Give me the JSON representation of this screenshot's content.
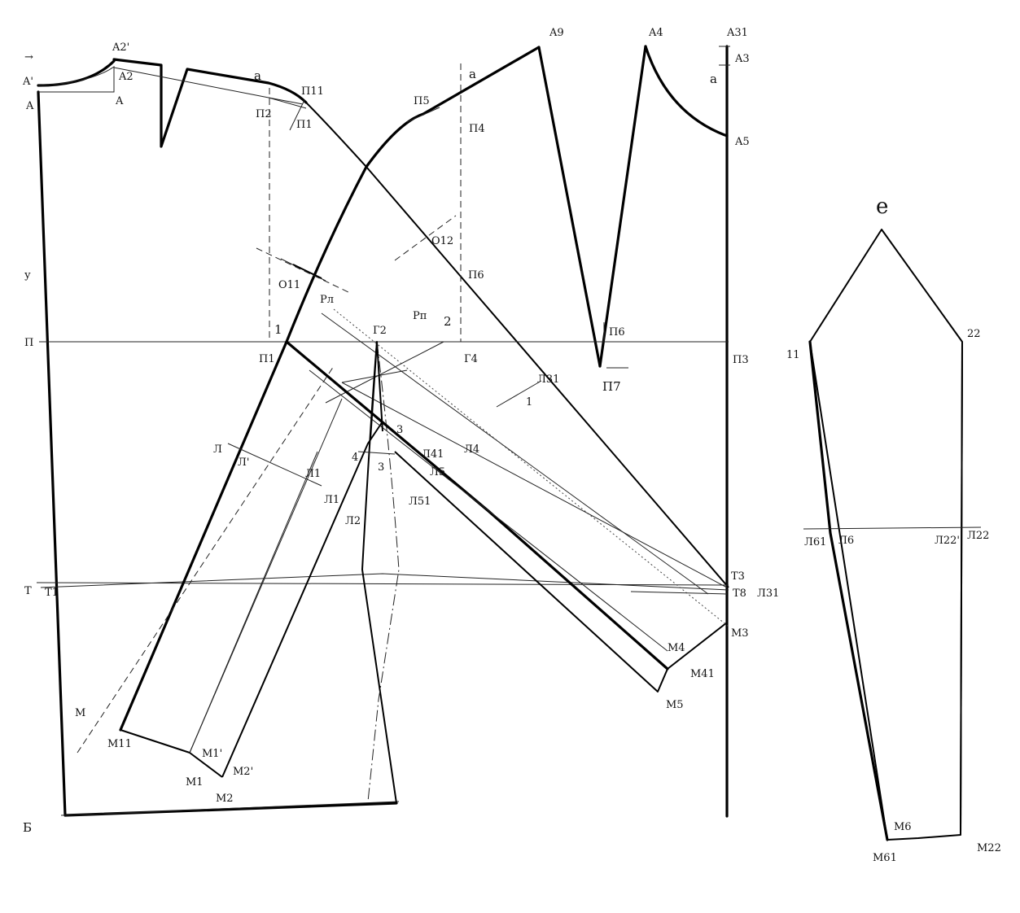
{
  "labels": {
    "A_left": "A'",
    "A": "A",
    "A2p": "A2'",
    "A2": "A2",
    "A_small": "A",
    "arrow_mark": "→",
    "a_top": "a",
    "P11": "П11",
    "P2": "П2",
    "P1": "П1",
    "P5": "П5",
    "a_mid": "a",
    "A9": "A9",
    "A4": "A4",
    "A31": "A31",
    "A3": "A3",
    "a_right": "a",
    "A5": "A5",
    "P4_top": "П4",
    "O12": "O12",
    "P6_top": "П6",
    "y": "у",
    "O11": "O11",
    "Pl": "Pл",
    "P_left": "П",
    "one": "1",
    "P1_mid": "П1",
    "G2": "Г2",
    "Rp": "Рп",
    "two": "2",
    "G4": "Г4",
    "P6": "П6",
    "P7": "П7",
    "P3": "П3",
    "L31": "Л31",
    "one_b": "1",
    "L_left": "Л",
    "Lp": "Л'",
    "L1": "Л1",
    "L1b": "Л1",
    "three_a": "3",
    "four": "4",
    "three_b": "3",
    "L41": "Л41",
    "L5": "Л5",
    "L4": "Л4",
    "L51": "Л51",
    "L2": "Л2",
    "T": "Т",
    "T1": "Т1",
    "T3": "Т3",
    "T8": "Т8",
    "L31b": "Л31",
    "M4": "М4",
    "M3": "М3",
    "M41": "М41",
    "M5": "М5",
    "M": "М",
    "M11": "М11",
    "M1p": "М1'",
    "M1": "М1",
    "M2p": "М2'",
    "M2": "М2",
    "B": "Б",
    "e": "е",
    "eleven": "11",
    "twentytwo": "22",
    "L61": "Л61",
    "L6": "Л6",
    "L22p": "Л22'",
    "L22": "Л22",
    "M6": "М6",
    "M61": "М61",
    "M22": "М22"
  }
}
